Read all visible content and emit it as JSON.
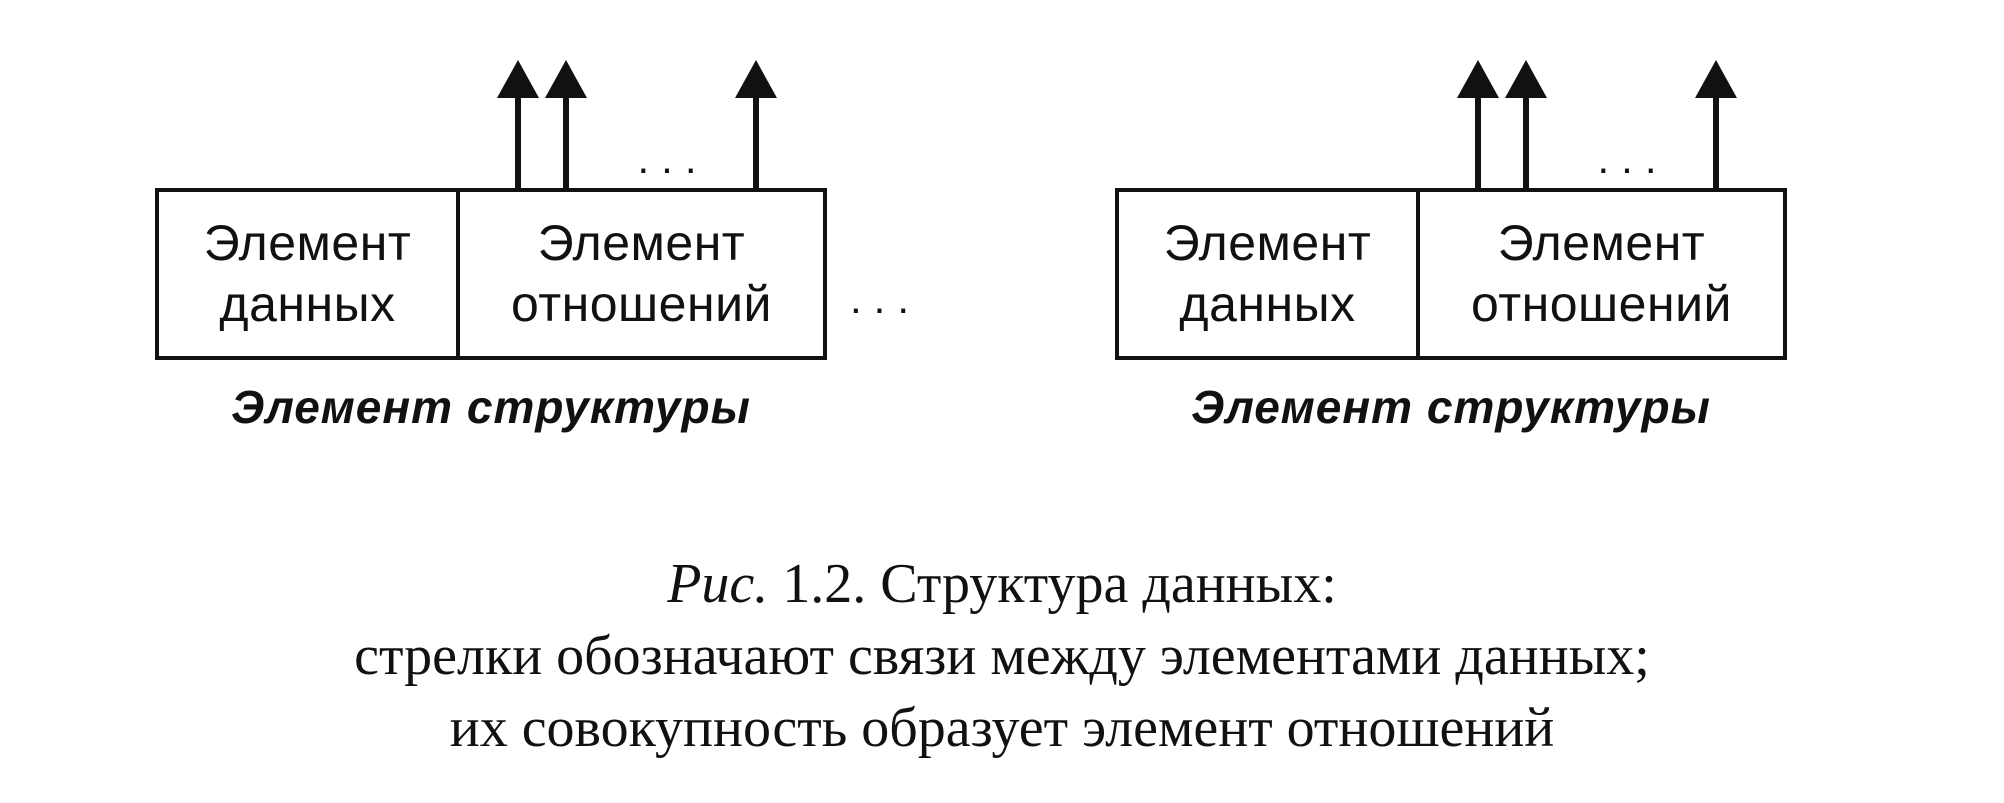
{
  "structures": [
    {
      "data_cell": "Элемент\nданных",
      "relation_cell": "Элемент\nотношений",
      "arrow_dots": "...",
      "caption": "Элемент структуры"
    },
    {
      "data_cell": "Элемент\nданных",
      "relation_cell": "Элемент\nотношений",
      "arrow_dots": "...",
      "caption": "Элемент структуры"
    }
  ],
  "between_dots": "...",
  "figure_caption": {
    "label": "Рис.",
    "title": "1.2. Структура данных:",
    "line2": "стрелки обозначают связи между элементами данных;",
    "line3": "их совокупность образует элемент отношений"
  }
}
